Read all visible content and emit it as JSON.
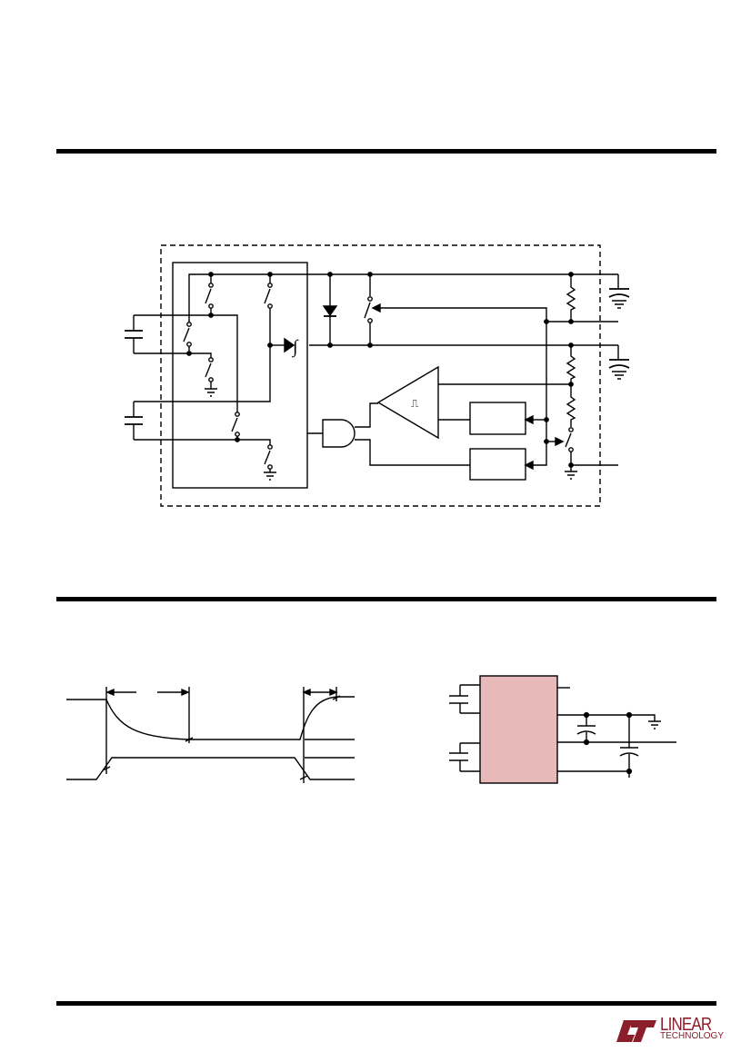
{
  "footer": {
    "logo_name": "linear-technology-logo",
    "logo_word_1": "LINEAR",
    "logo_word_2": "TECHNOLOGY",
    "brand_color": "#8b1e2b"
  },
  "symbols": {
    "integrator": "∫",
    "schmitt": "⎍"
  },
  "colors": {
    "ink": "#000000",
    "ic_fill": "#e8b9b9"
  }
}
